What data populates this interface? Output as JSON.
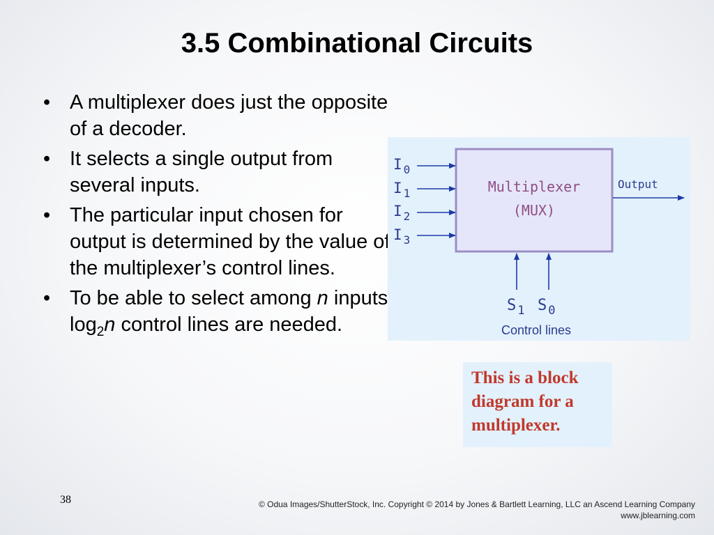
{
  "slide": {
    "title": "3.5 Combinational Circuits",
    "page_number": "38"
  },
  "bullets": [
    {
      "marker": "•",
      "text": "A multiplexer does just the opposite of a decoder."
    },
    {
      "marker": "•",
      "text": "It selects a single output from several inputs."
    },
    {
      "marker": "•",
      "text": "The particular input chosen for output is determined by the value of the multiplexer’s control lines."
    },
    {
      "marker": "•",
      "text_before": "To be able to select among ",
      "n1": "n",
      "text_mid": " inputs, log",
      "sub": "2",
      "n2": "n",
      "text_after": " control lines are needed."
    }
  ],
  "diagram": {
    "box_line1": "Multiplexer",
    "box_line2": "(MUX)",
    "output_label": "Output",
    "inputs": [
      {
        "main": "I",
        "sub": "0"
      },
      {
        "main": "I",
        "sub": "1"
      },
      {
        "main": "I",
        "sub": "2"
      },
      {
        "main": "I",
        "sub": "3"
      }
    ],
    "selects": [
      {
        "main": "S",
        "sub": "1"
      },
      {
        "main": "S",
        "sub": "0"
      }
    ],
    "control_label": "Control lines",
    "colors": {
      "background": "#e3f1fc",
      "box_fill": "#e6e6fa",
      "box_border": "#9b8ec4",
      "text_box": "#8e4e86",
      "lines": "#1e3aa8",
      "labels": "#2a3b8f"
    }
  },
  "caption": "This is a block diagram for a multiplexer.",
  "copyright": {
    "line1": "© Odua Images/ShutterStock, Inc. Copyright © 2014 by Jones & Bartlett Learning, LLC an Ascend Learning Company",
    "line2": "www.jblearning.com"
  }
}
